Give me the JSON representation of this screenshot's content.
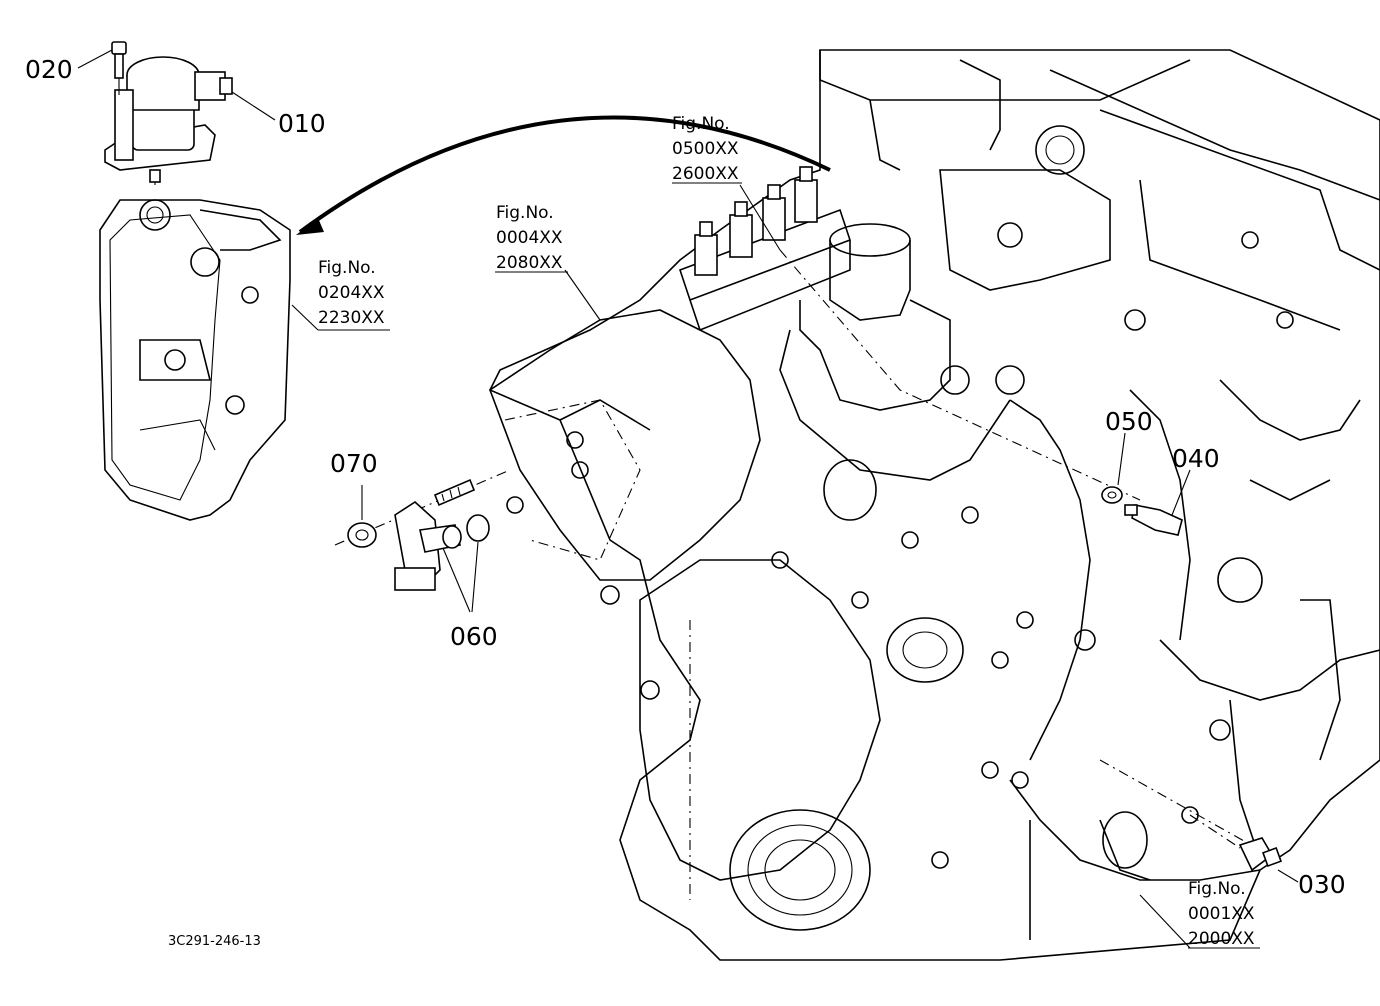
{
  "diagram": {
    "drawing_code": "3C291-246-13",
    "callouts": [
      {
        "id": "p010",
        "label": "010"
      },
      {
        "id": "p020",
        "label": "020"
      },
      {
        "id": "p030",
        "label": "030"
      },
      {
        "id": "p040",
        "label": "040"
      },
      {
        "id": "p050",
        "label": "050"
      },
      {
        "id": "p060",
        "label": "060"
      },
      {
        "id": "p070",
        "label": "070"
      }
    ],
    "figure_refs": [
      {
        "id": "fig-0204",
        "title": "Fig.No.",
        "line1": "0204XX",
        "line2": "2230XX"
      },
      {
        "id": "fig-0004",
        "title": "Fig.No.",
        "line1": "0004XX",
        "line2": "2080XX"
      },
      {
        "id": "fig-0500",
        "title": "Fig.No.",
        "line1": "0500XX",
        "line2": "2600XX"
      },
      {
        "id": "fig-0001",
        "title": "Fig.No.",
        "line1": "0001XX",
        "line2": "2000XX"
      }
    ]
  }
}
